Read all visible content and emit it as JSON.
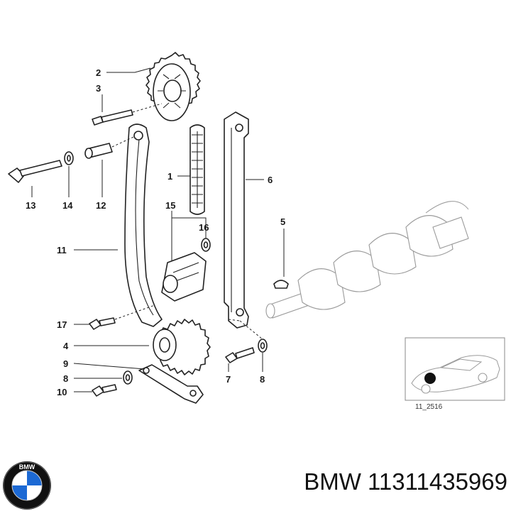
{
  "callouts": [
    {
      "id": "2",
      "label": "2"
    },
    {
      "id": "3",
      "label": "3"
    },
    {
      "id": "1",
      "label": "1"
    },
    {
      "id": "6",
      "label": "6"
    },
    {
      "id": "13",
      "label": "13"
    },
    {
      "id": "14",
      "label": "14"
    },
    {
      "id": "12",
      "label": "12"
    },
    {
      "id": "15",
      "label": "15"
    },
    {
      "id": "16",
      "label": "16"
    },
    {
      "id": "5",
      "label": "5"
    },
    {
      "id": "11",
      "label": "11"
    },
    {
      "id": "17",
      "label": "17"
    },
    {
      "id": "4",
      "label": "4"
    },
    {
      "id": "9",
      "label": "9"
    },
    {
      "id": "8a",
      "label": "8"
    },
    {
      "id": "10",
      "label": "10"
    },
    {
      "id": "7",
      "label": "7"
    },
    {
      "id": "8b",
      "label": "8"
    }
  ],
  "inset": {
    "ref_code": "11_2516"
  },
  "brand": {
    "logo_text": "BMW",
    "caption": "BMW 11311435969"
  },
  "colors": {
    "ink": "#222222",
    "ghost": "#9a9a9a",
    "logo_blue": "#1c69d4"
  }
}
